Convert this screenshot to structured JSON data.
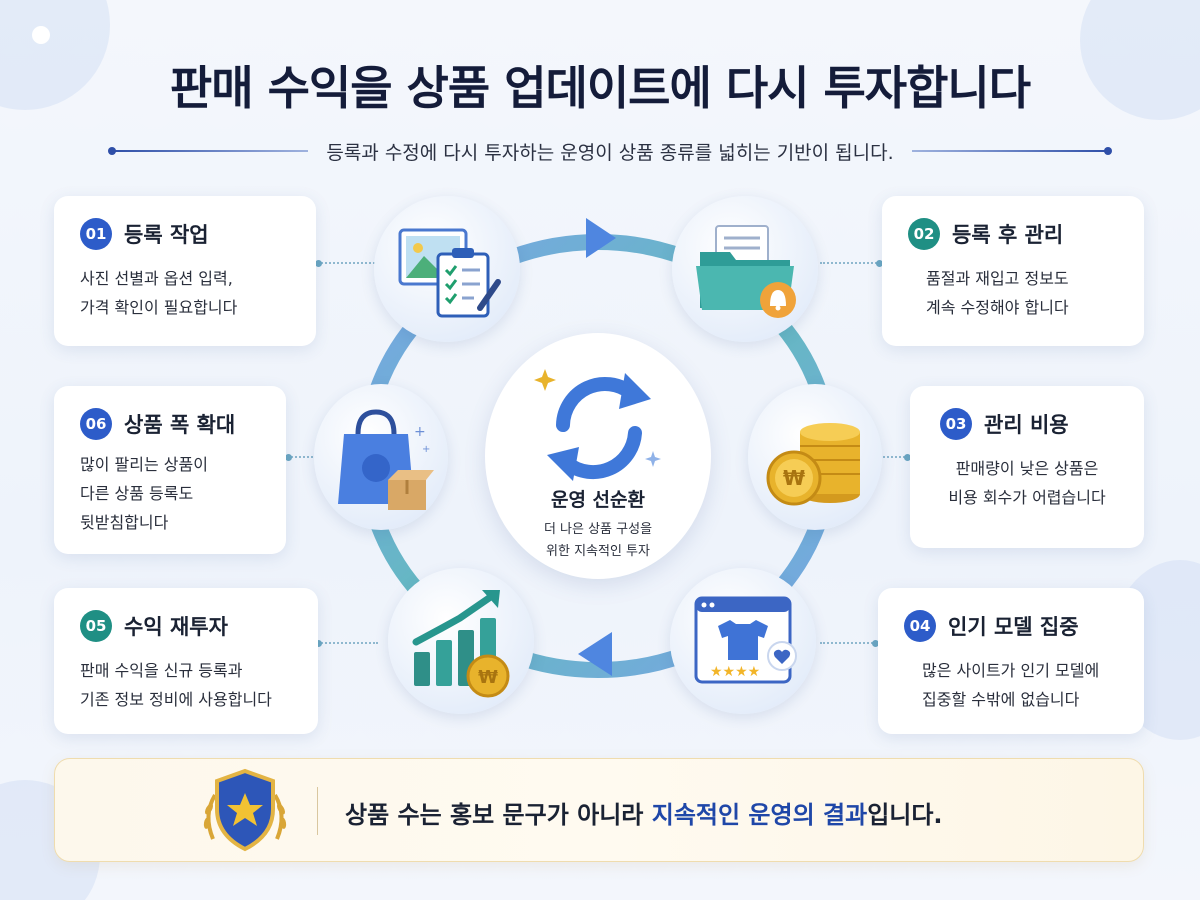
{
  "header": {
    "title": "판매 수익을 상품 업데이트에 다시 투자합니다",
    "subtitle": "등록과 수정에 다시 투자하는 운영이 상품 종류를 넓히는 기반이 됩니다."
  },
  "center": {
    "title": "운영 선순환",
    "line1": "더 나은 상품 구성을",
    "line2": "위한 지속적인 투자",
    "icon": "refresh-cycle-icon"
  },
  "steps": [
    {
      "number": "01",
      "title": "등록 작업",
      "line1": "사진 선별과 옵션 입력,",
      "line2": "가격 확인이 필요합니다",
      "icon": "photo-checklist-icon"
    },
    {
      "number": "02",
      "title": "등록 후 관리",
      "line1": "품절과 재입고 정보도",
      "line2": "계속 수정해야 합니다",
      "icon": "folder-bell-icon"
    },
    {
      "number": "03",
      "title": "관리 비용",
      "line1": "판매량이 낮은 상품은",
      "line2": "비용 회수가 어렵습니다",
      "icon": "coin-stack-icon"
    },
    {
      "number": "04",
      "title": "인기 모델 집중",
      "line1": "많은 사이트가 인기 모델에",
      "line2": "집중할 수밖에 없습니다",
      "icon": "product-page-icon"
    },
    {
      "number": "05",
      "title": "수익 재투자",
      "line1": "판매 수익을 신규 등록과",
      "line2": "기존 정보 정비에 사용합니다",
      "icon": "growth-chart-icon"
    },
    {
      "number": "06",
      "title": "상품 폭 확대",
      "line1": "많이 팔리는 상품이",
      "line2": "다른 상품 등록도",
      "line3": "뒷받침합니다",
      "icon": "shopping-bag-icon"
    }
  ],
  "banner": {
    "text_before": "상품 수는 홍보 문구가 아니라 ",
    "highlight": "지속적인 운영의 결과",
    "text_after": "입니다.",
    "icon": "shield-star-icon"
  },
  "colors": {
    "primary_blue": "#2d5cc9",
    "teal": "#1f8f84",
    "title_navy": "#141c3a",
    "highlight_blue": "#1f47a8",
    "gold": "#e8b32c"
  }
}
